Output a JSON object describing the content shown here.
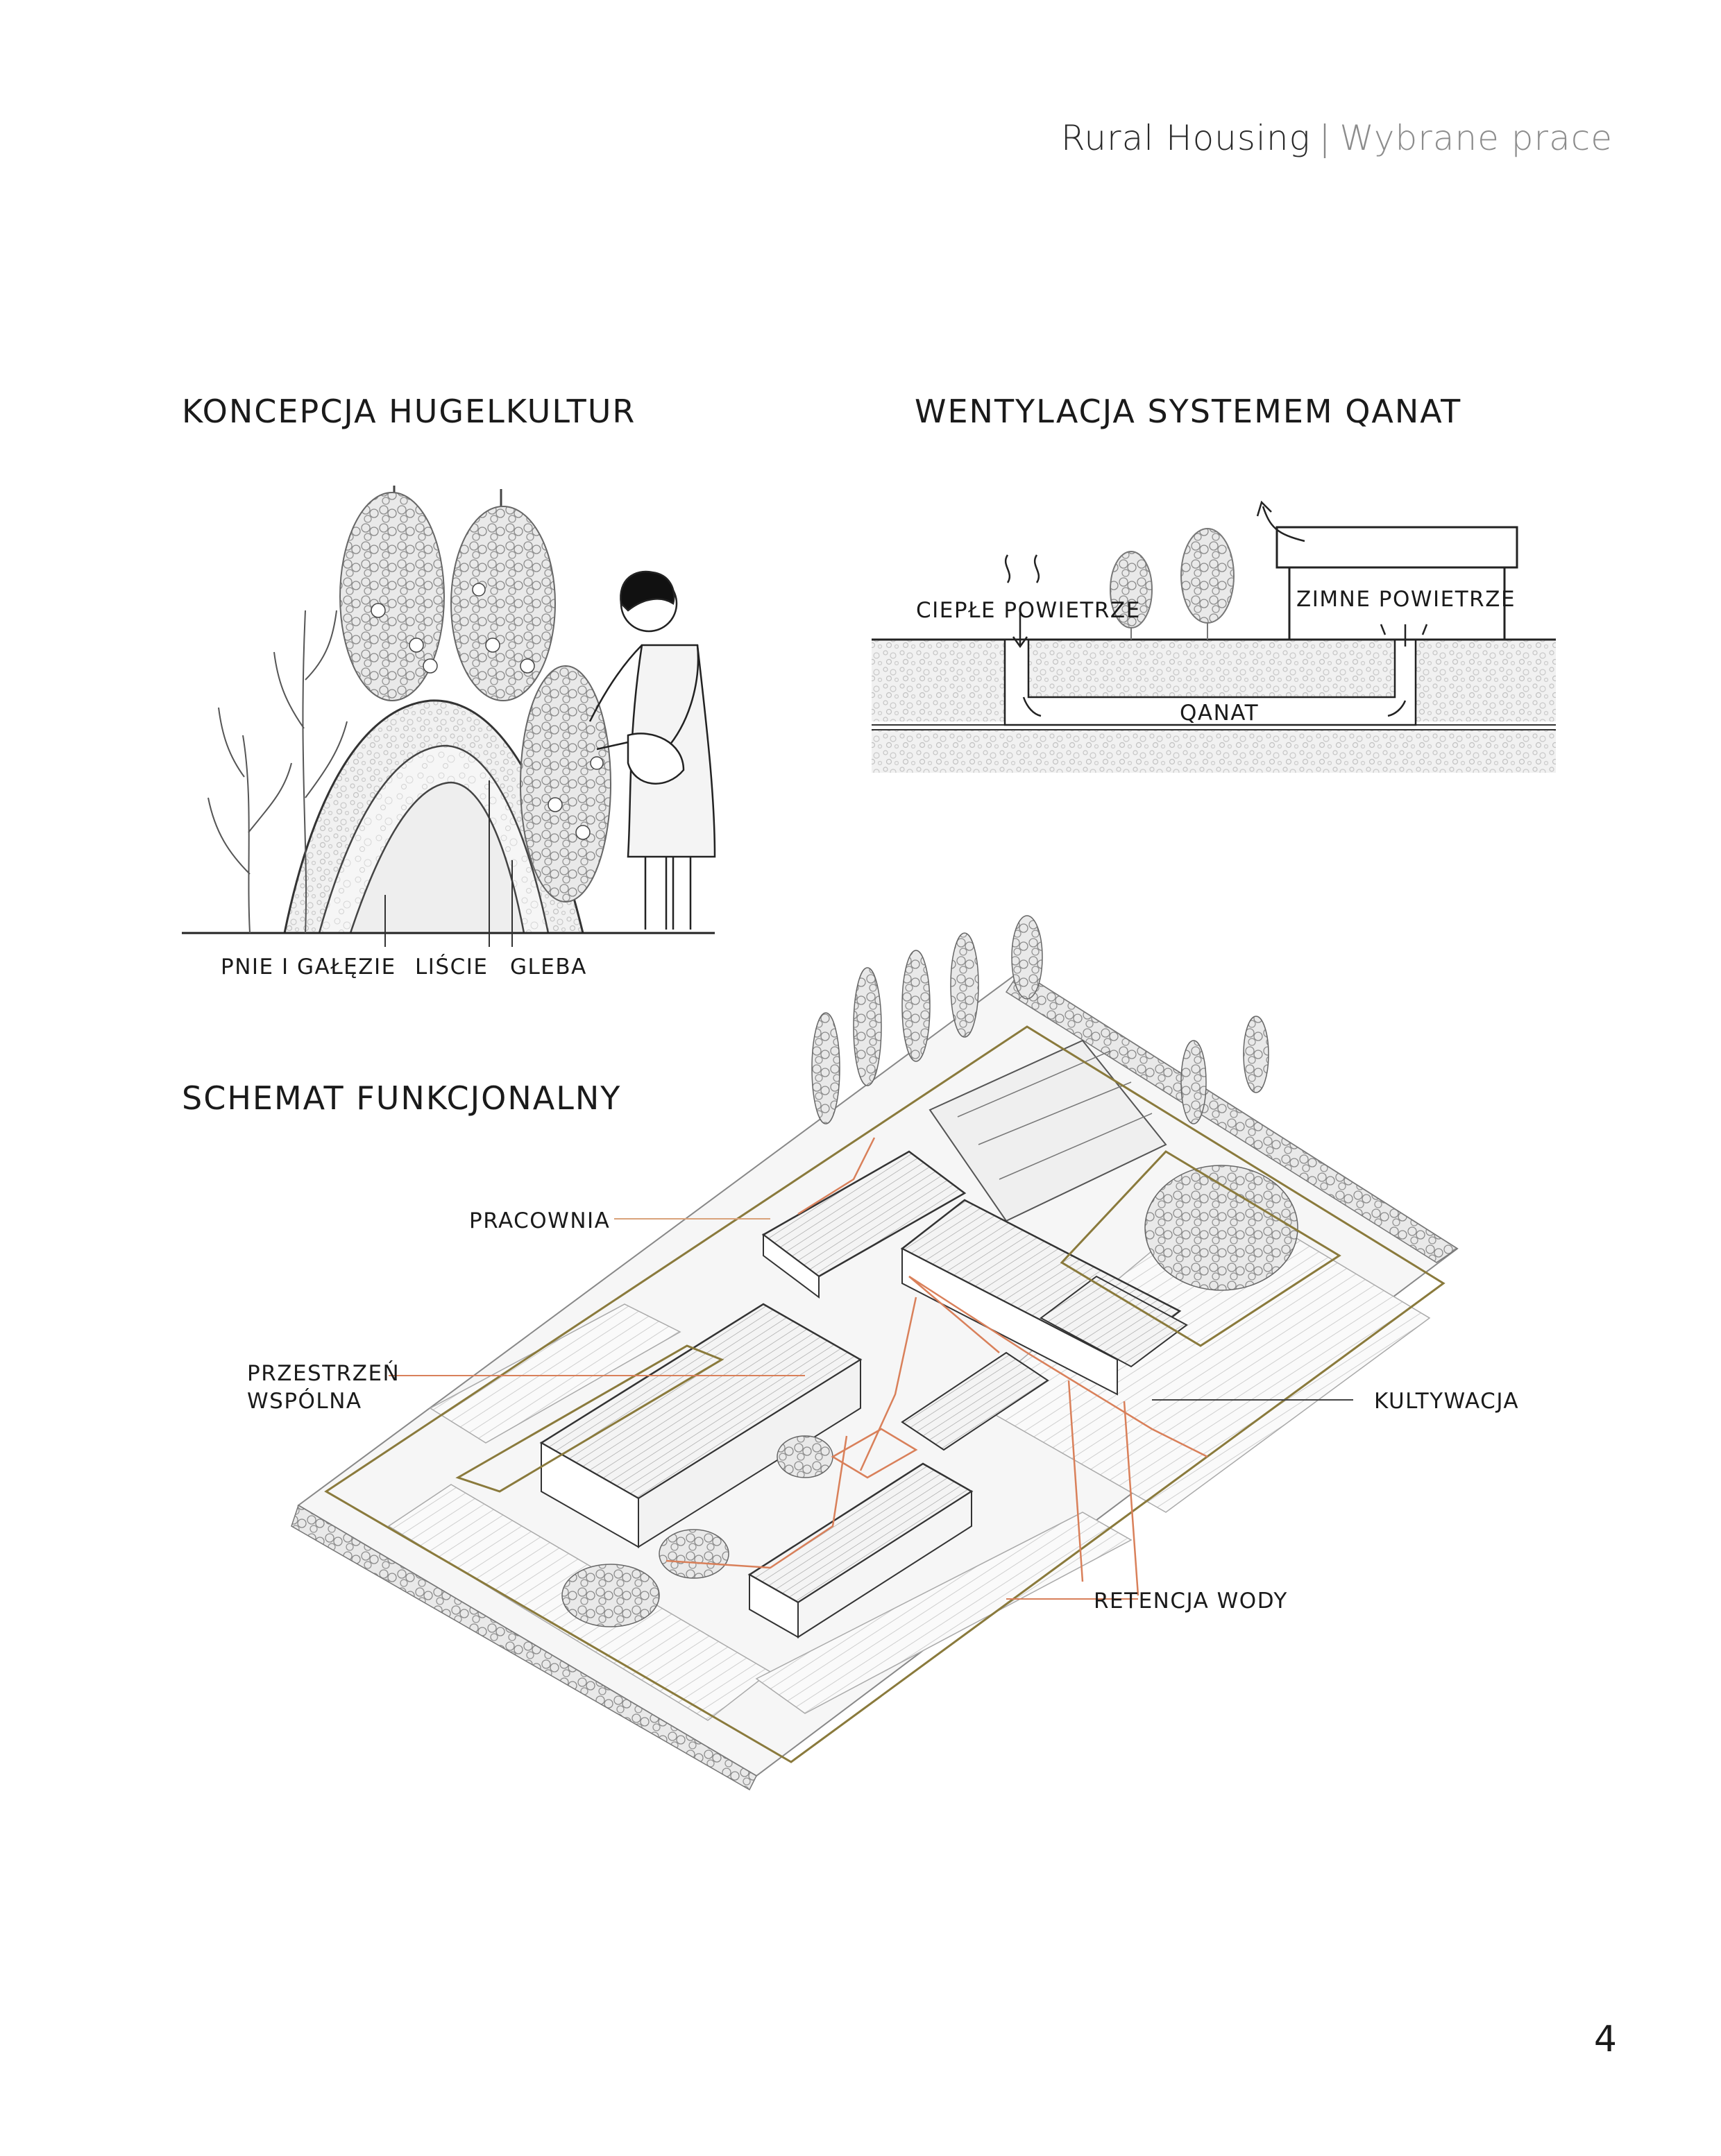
{
  "header": {
    "title": "Rural Housing",
    "separator": "|",
    "subtitle": "Wybrane prace"
  },
  "sections": {
    "hugel": {
      "title": "KONCEPCJA HUGELKULTUR",
      "labels": {
        "trunks": "PNIE I GAŁĘZIE",
        "leaves": "LIŚCIE",
        "soil": "GLEBA"
      }
    },
    "qanat": {
      "title": "WENTYLACJA SYSTEMEM QANAT",
      "labels": {
        "warm": "CIEPŁE POWIETRZE",
        "cold": "ZIMNE POWIETRZE",
        "qanat": "QANAT"
      }
    },
    "schema": {
      "title": "SCHEMAT FUNKCJONALNY",
      "labels": {
        "workshop": "PRACOWNIA",
        "common_1": "PRZESTRZEŃ",
        "common_2": "WSPÓLNA",
        "cultivation": "KULTYWACJA",
        "water": "RETENCJA WODY"
      }
    }
  },
  "page_number": "4",
  "colors": {
    "ink": "#1a1a1a",
    "muted": "#8c8c8c",
    "accent_orange": "#d9805a",
    "accent_olive": "#8a7a3c"
  }
}
